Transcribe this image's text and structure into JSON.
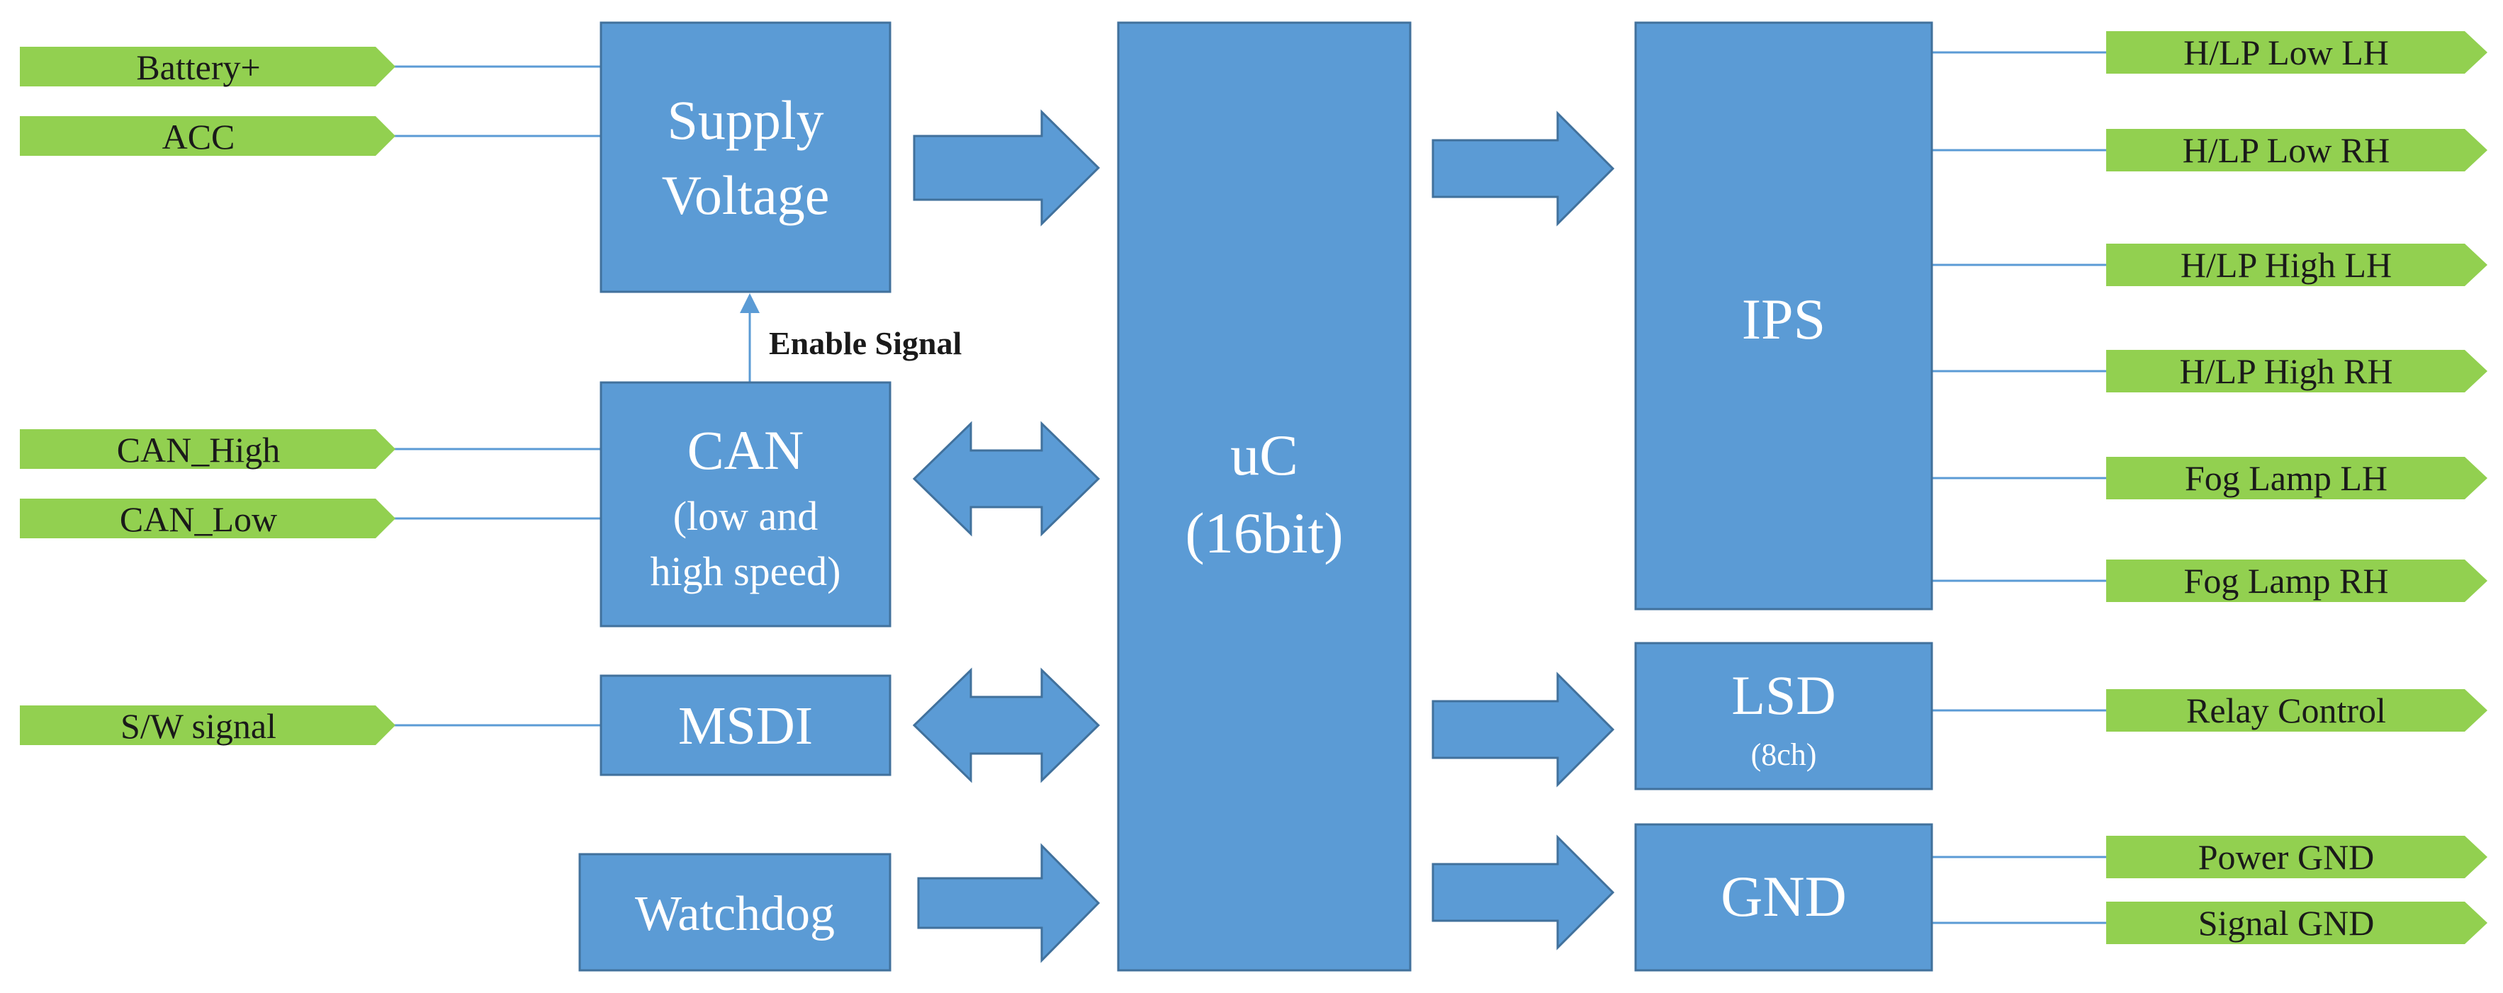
{
  "colors": {
    "block_fill": "#5B9BD5",
    "block_stroke": "#41719C",
    "tag_fill": "#92D050",
    "line": "#5B9BD5",
    "block_text": "#FFFFFF",
    "tag_text": "#1A1A1A"
  },
  "inputs": {
    "battery": "Battery+",
    "acc": "ACC",
    "can_high": "CAN_High",
    "can_low": "CAN_Low",
    "sw_signal": "S/W signal"
  },
  "blocks": {
    "supply_l1": "Supply",
    "supply_l2": "Voltage",
    "can_l1": "CAN",
    "can_l2": "(low and",
    "can_l3": "high speed)",
    "msdi": "MSDI",
    "watchdog": "Watchdog",
    "uc_l1": "uC",
    "uc_l2": "(16bit)",
    "ips": "IPS",
    "lsd_l1": "LSD",
    "lsd_l2": "(8ch)",
    "gnd": "GND"
  },
  "annotations": {
    "enable_signal": "Enable Signal"
  },
  "outputs": {
    "hlp_low_lh": "H/LP Low LH",
    "hlp_low_rh": "H/LP Low RH",
    "hlp_high_lh": "H/LP High LH",
    "hlp_high_rh": "H/LP High RH",
    "fog_lh": "Fog Lamp LH",
    "fog_rh": "Fog Lamp RH",
    "relay": "Relay Control",
    "power_gnd": "Power GND",
    "signal_gnd": "Signal GND"
  }
}
